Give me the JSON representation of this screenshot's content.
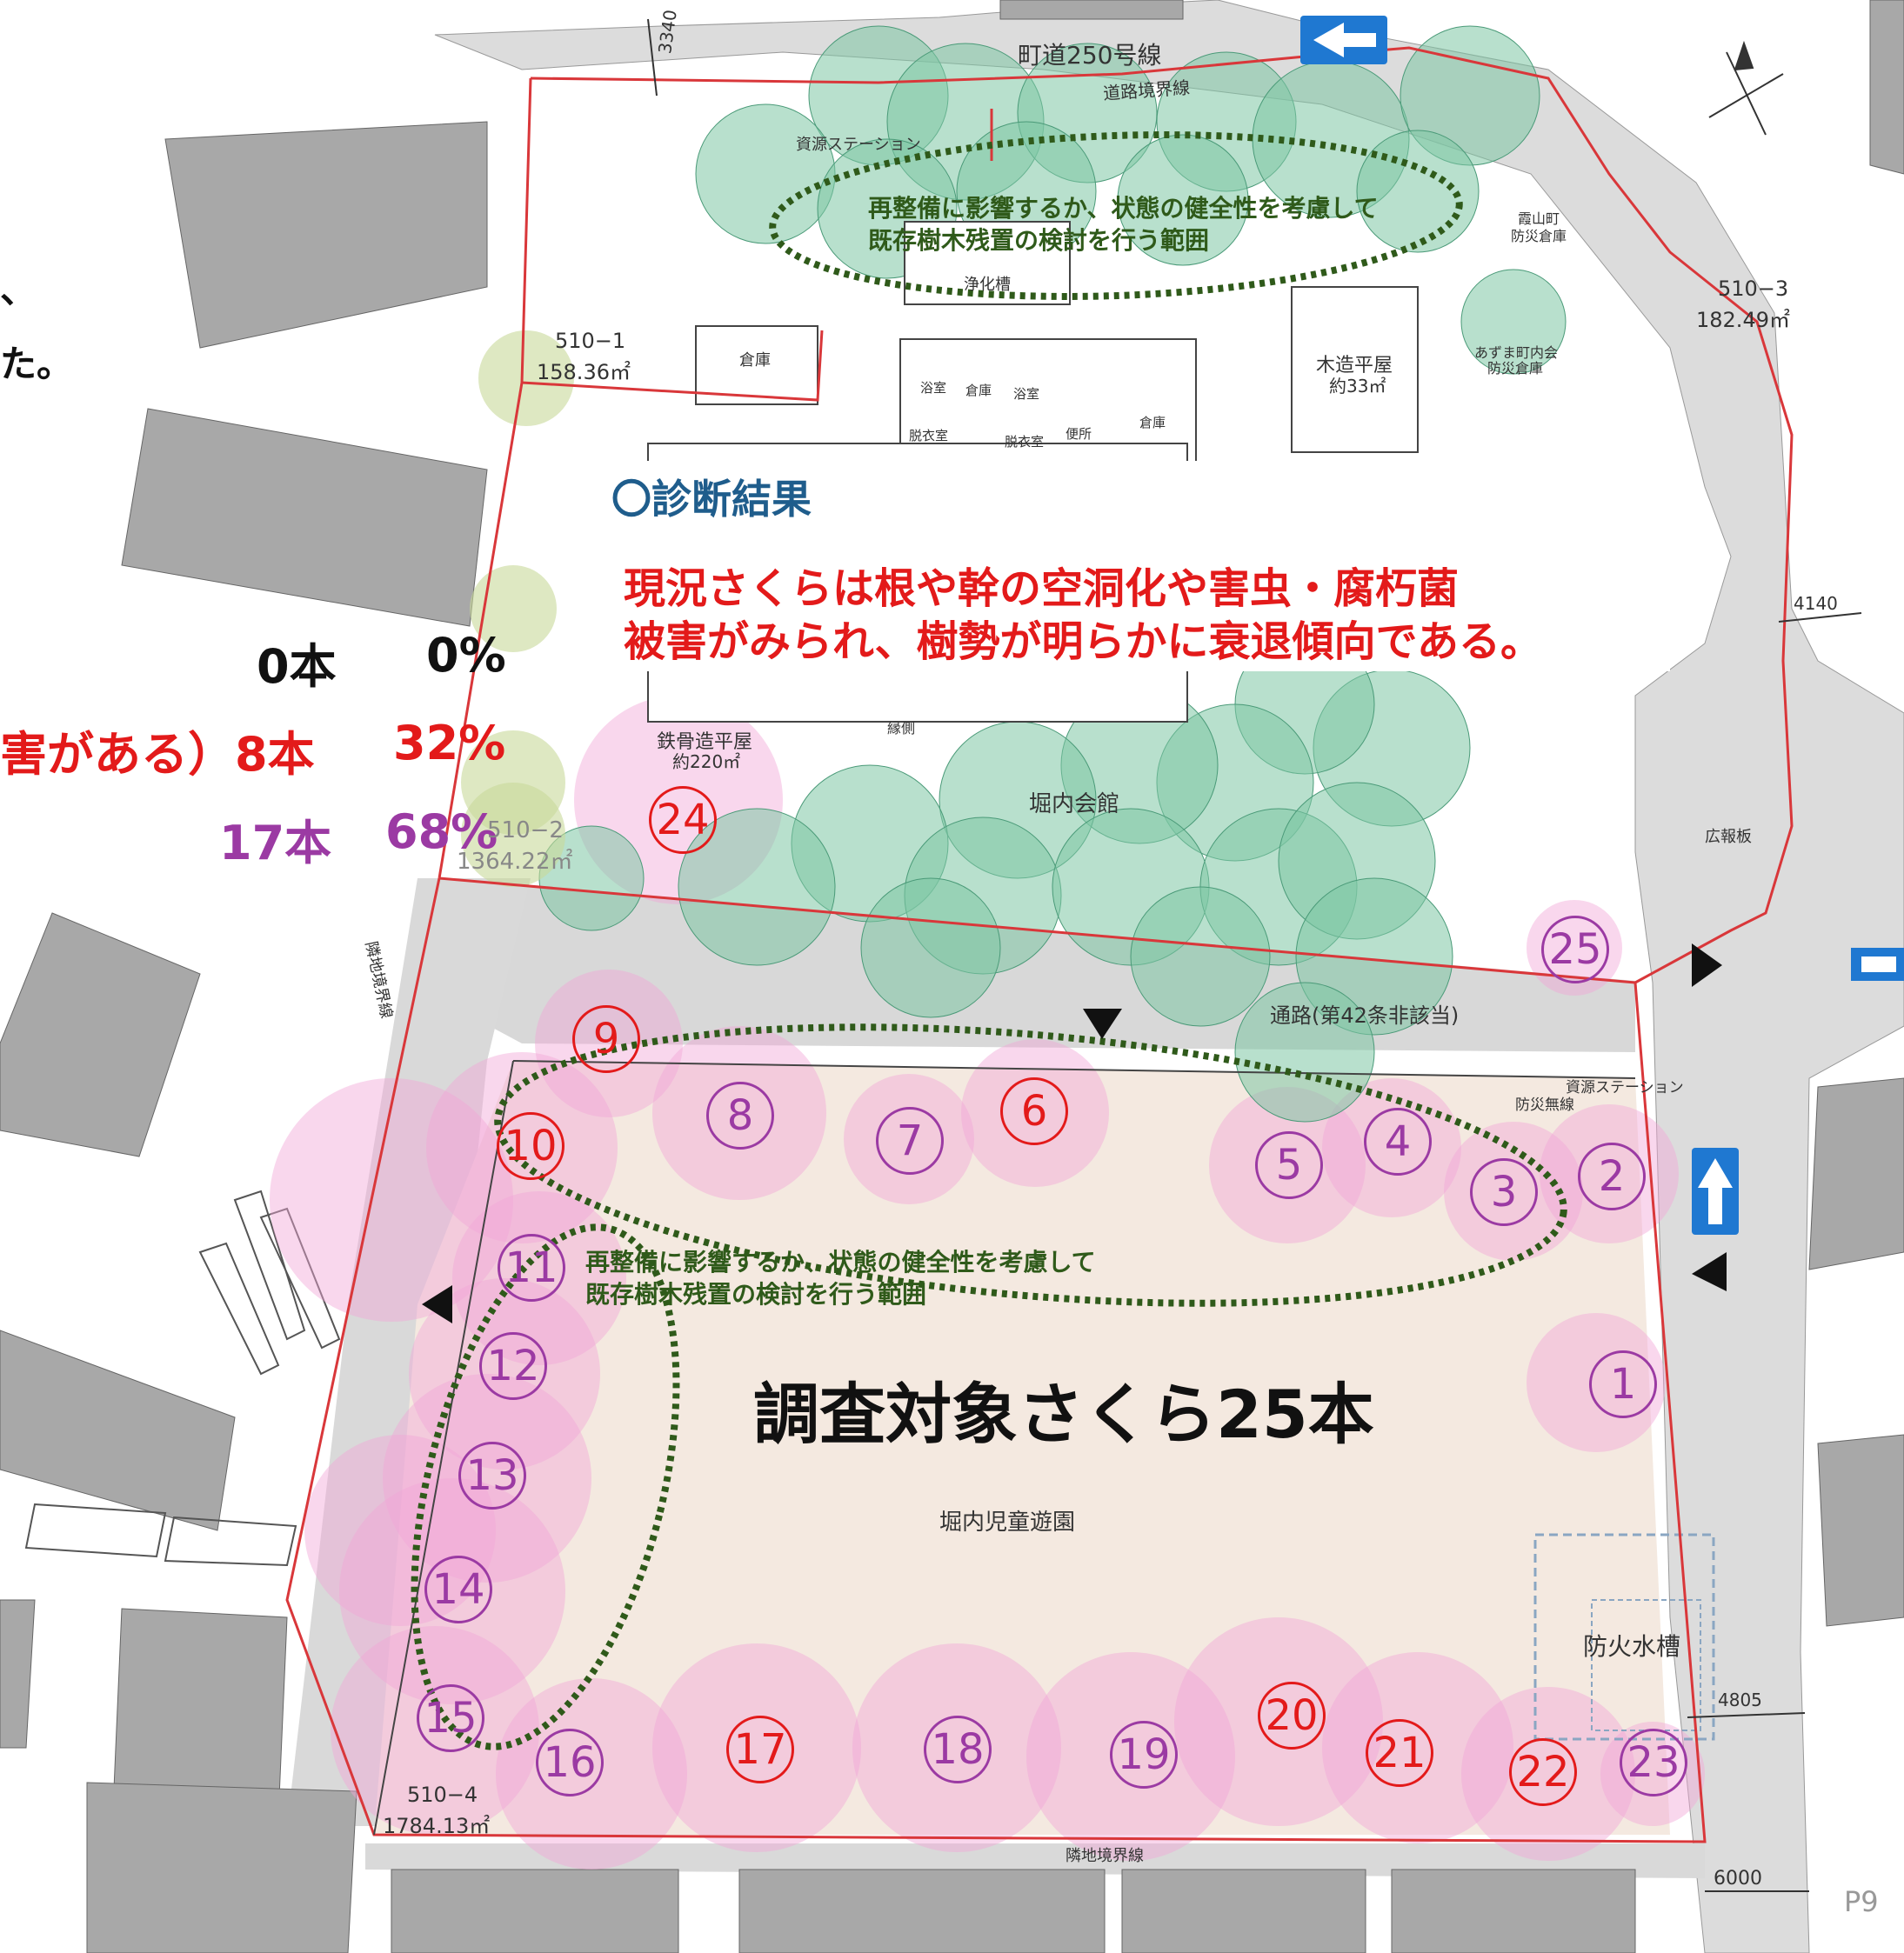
{
  "colors": {
    "boundary": "#d9373a",
    "road": "#dcdcdc",
    "building": "#a8a8a8",
    "park_fill": "#f4e9e0",
    "green_tree": "#7ec7a4",
    "pink_tree": "#f2a6d8",
    "ellipse": "#2f5a1a",
    "heading": "#1f5d8c",
    "result_red": "#e31a1a",
    "purple": "#9b3aa3"
  },
  "legend": {
    "row1_count": "0本",
    "row1_pct": "0%",
    "row2_label": "害がある）8本",
    "row2_pct": "32%",
    "row3_count": "17本",
    "row3_pct": "68%"
  },
  "left_partial_text": {
    "line1": "、",
    "line2": "た。"
  },
  "map_labels": {
    "road_name": "町道250号線",
    "road_boundary": "道路境界線",
    "resource_station_top": "資源ステーション",
    "septic_tank": "浄化槽",
    "storage": "倉庫",
    "bath1": "浴室",
    "storage2": "倉庫",
    "bath2": "浴室",
    "changing1": "脱衣室",
    "changing2": "脱衣室",
    "toilet": "便所",
    "storage3": "倉庫",
    "wooden_house": "木造平屋",
    "wooden_area": "約33㎡",
    "disaster_storage_1a": "霞山町",
    "disaster_storage_1b": "防災倉庫",
    "disaster_storage_2a": "あずま町内会",
    "disaster_storage_2b": "防災倉庫",
    "lot_510_1": "510−1",
    "lot_510_1_area": "158.36㎡",
    "lot_510_2": "510−2",
    "lot_510_2_area": "1364.22㎡",
    "lot_510_3": "510−3",
    "lot_510_3_area": "182.49㎡",
    "lot_510_4": "510−4",
    "lot_510_4_area": "1784.13㎡",
    "steel_house": "鉄骨造平屋",
    "steel_area": "約220㎡",
    "veranda": "縁側",
    "hall": "堀内会館",
    "dim_3340": "3340",
    "dim_4140": "4140",
    "dim_4805": "4805",
    "dim_6000": "6000",
    "billboard": "広報板",
    "passage": "通路(第42条非該当)",
    "resource_station_bottom": "資源ステーション",
    "wireless": "防災無線",
    "adjacent_boundary_left": "隣地境界線",
    "adjacent_boundary_bottom": "隣地境界線",
    "park": "堀内児童遊園",
    "fire_tank": "防火水槽",
    "page": "P9"
  },
  "notes": {
    "ellipse_top_l1": "再整備に影響するか、状態の健全性を考慮して",
    "ellipse_top_l2": "既存樹木残置の検討を行う範囲",
    "ellipse_mid_l1": "再整備に影響するか、状態の健全性を考慮して",
    "ellipse_mid_l2": "既存樹木残置の検討を行う範囲"
  },
  "result": {
    "heading": "〇診断結果",
    "line1": "現況さくらは根や幹の空洞化や害虫・腐朽菌",
    "line2": "被害がみられ、樹勢が明らかに衰退傾向である。"
  },
  "survey_title": "調査対象さくら25本",
  "trees": [
    {
      "n": "1",
      "color": "purple"
    },
    {
      "n": "2",
      "color": "purple"
    },
    {
      "n": "3",
      "color": "purple"
    },
    {
      "n": "4",
      "color": "purple"
    },
    {
      "n": "5",
      "color": "purple"
    },
    {
      "n": "6",
      "color": "red"
    },
    {
      "n": "7",
      "color": "purple"
    },
    {
      "n": "8",
      "color": "purple"
    },
    {
      "n": "9",
      "color": "red"
    },
    {
      "n": "10",
      "color": "red"
    },
    {
      "n": "11",
      "color": "purple"
    },
    {
      "n": "12",
      "color": "purple"
    },
    {
      "n": "13",
      "color": "purple"
    },
    {
      "n": "14",
      "color": "purple"
    },
    {
      "n": "15",
      "color": "purple"
    },
    {
      "n": "16",
      "color": "purple"
    },
    {
      "n": "17",
      "color": "red"
    },
    {
      "n": "18",
      "color": "purple"
    },
    {
      "n": "19",
      "color": "purple"
    },
    {
      "n": "20",
      "color": "red"
    },
    {
      "n": "21",
      "color": "red"
    },
    {
      "n": "22",
      "color": "red"
    },
    {
      "n": "23",
      "color": "purple"
    },
    {
      "n": "24",
      "color": "red"
    },
    {
      "n": "25",
      "color": "purple"
    }
  ]
}
